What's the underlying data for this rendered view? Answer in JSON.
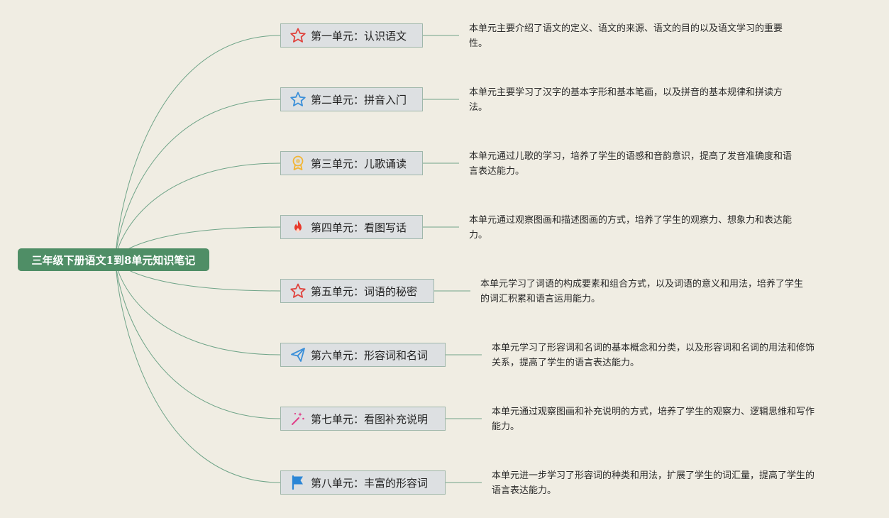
{
  "root": {
    "title": "三年级下册语文1到8单元知识笔记"
  },
  "units": [
    {
      "label": "第一单元：认识语文",
      "icon": "star-outline-icon",
      "icon_color": "#e0413b",
      "desc_line1": "本单元主要介绍了语文的定义、语文的来源、语文的目的以及语文学习的重要",
      "desc_line2": "性。"
    },
    {
      "label": "第二单元：拼音入门",
      "icon": "star-outline-icon",
      "icon_color": "#3a8fd9",
      "desc_line1": "本单元主要学习了汉字的基本字形和基本笔画，以及拼音的基本规律和拼读方",
      "desc_line2": "法。"
    },
    {
      "label": "第三单元：儿歌诵读",
      "icon": "award-medal-icon",
      "icon_color": "#f2b534",
      "desc_line1": "本单元通过儿歌的学习，培养了学生的语感和音韵意识，提高了发音准确度和语",
      "desc_line2": "言表达能力。"
    },
    {
      "label": "第四单元：看图写话",
      "icon": "fire-icon",
      "icon_color": "#e8392b",
      "desc_line1": "本单元通过观察图画和描述图画的方式，培养了学生的观察力、想象力和表达能",
      "desc_line2": "力。"
    },
    {
      "label": "第五单元：词语的秘密",
      "icon": "star-outline-icon",
      "icon_color": "#e0413b",
      "desc_line1": "本单元学习了词语的构成要素和组合方式，以及词语的意义和用法，培养了学生",
      "desc_line2": "的词汇积累和语言运用能力。"
    },
    {
      "label": "第六单元：形容词和名词",
      "icon": "paper-plane-icon",
      "icon_color": "#3a8fd9",
      "desc_line1": "本单元学习了形容词和名词的基本概念和分类，以及形容词和名词的用法和修饰",
      "desc_line2": "关系，提高了学生的语言表达能力。"
    },
    {
      "label": "第七单元：看图补充说明",
      "icon": "magic-sparkle-icon",
      "icon_color": "#e0418a",
      "desc_line1": "本单元通过观察图画和补充说明的方式，培养了学生的观察力、逻辑思维和写作",
      "desc_line2": "能力。"
    },
    {
      "label": "第八单元：丰富的形容词",
      "icon": "flag-icon",
      "icon_color": "#2b86d6",
      "desc_line1": "本单元进一步学习了形容词的种类和用法，扩展了学生的词汇量，提高了学生的",
      "desc_line2": "语言表达能力。"
    }
  ],
  "colors": {
    "root_bg": "#4f8e66",
    "link": "#6fa488",
    "unit_bg": "#dde0e2",
    "canvas_bg": "#f0ede3"
  }
}
